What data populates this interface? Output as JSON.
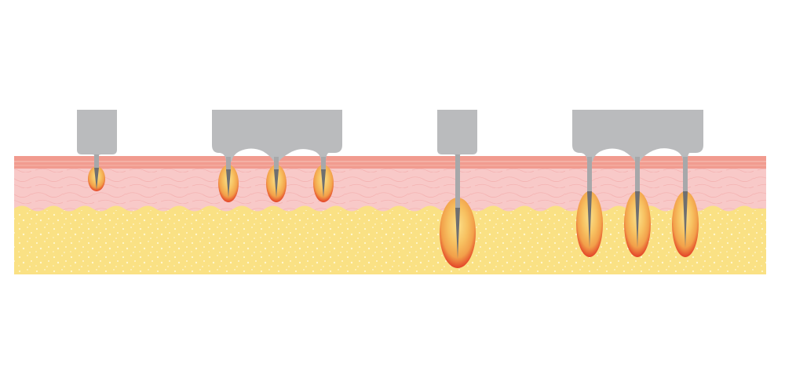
{
  "colors": {
    "background": "#ffffff",
    "epidermis": "#f19b8f",
    "epidermis_line": "#f6bcb2",
    "dermis": "#f8c9c8",
    "dermis_texture": "#f4b3b2",
    "fat": "#fae184",
    "fat_dots": "#fff6cf",
    "device": "#babbbd",
    "needle": "#a7a8aa",
    "needle_tip": "#6e6f71",
    "heat_outer": "#e34227",
    "heat_mid": "#f2a04a",
    "heat_inner": "#fbe08a"
  },
  "tissue_layers": [
    {
      "name": "epidermis",
      "depth": "surface"
    },
    {
      "name": "dermis",
      "depth": "middle"
    },
    {
      "name": "subcutaneous-fat",
      "depth": "deep"
    }
  ],
  "devices": [
    {
      "name": "single-needle-shallow",
      "needle_count": 1,
      "penetration": "dermis",
      "zone_size": "small"
    },
    {
      "name": "triple-needle-shallow",
      "needle_count": 3,
      "penetration": "dermis",
      "zone_size": "small"
    },
    {
      "name": "single-needle-deep",
      "needle_count": 1,
      "penetration": "fat",
      "zone_size": "large"
    },
    {
      "name": "triple-needle-deep",
      "needle_count": 3,
      "penetration": "fat",
      "zone_size": "large"
    }
  ],
  "icons": [
    "microneedle-device-icon",
    "coagulation-zone-icon"
  ]
}
